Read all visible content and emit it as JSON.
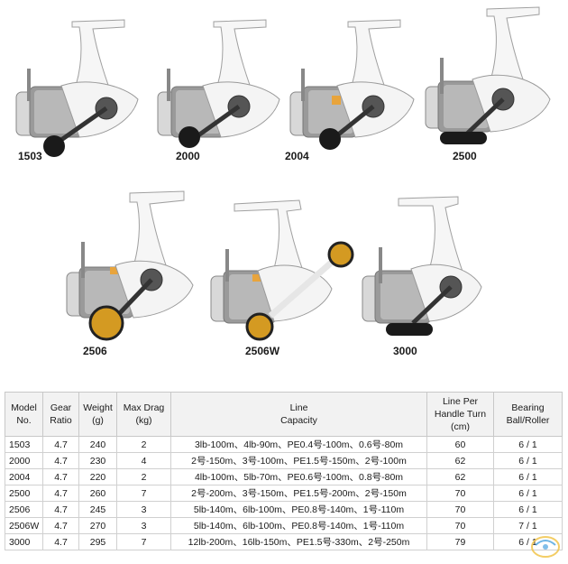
{
  "reels": [
    {
      "model": "1503",
      "knob": "black"
    },
    {
      "model": "2000",
      "knob": "black"
    },
    {
      "model": "2004",
      "knob": "black"
    },
    {
      "model": "2500",
      "knob": "black-tbar"
    },
    {
      "model": "2506",
      "knob": "gold"
    },
    {
      "model": "2506W",
      "knob": "gold-double"
    },
    {
      "model": "3000",
      "knob": "black-tbar"
    }
  ],
  "colors": {
    "reel_body": "#f4f4f4",
    "reel_outline": "#9a9a9a",
    "spool": "#8a8a8a",
    "knob_black": "#1a1a1a",
    "knob_gold": "#d49a22",
    "accent_orange": "#e8a43c",
    "table_header_bg": "#f2f2f2"
  },
  "table": {
    "headers": {
      "model": [
        "Model",
        "No."
      ],
      "gear": [
        "Gear",
        "Ratio"
      ],
      "weight": [
        "Weight",
        "(g)"
      ],
      "drag": [
        "Max Drag",
        "(kg)"
      ],
      "capacity": [
        "Line",
        "Capacity"
      ],
      "per_turn": [
        "Line Per",
        "Handle Turn",
        "(cm)"
      ],
      "bearing": [
        "Bearing",
        "Ball/Roller"
      ]
    },
    "rows": [
      {
        "model": "1503",
        "gear": "4.7",
        "weight": "240",
        "drag": "2",
        "capacity": "3lb-100m、4lb-90m、PE0.4号-100m、0.6号-80m",
        "per_turn": "60",
        "bearing": "6 / 1"
      },
      {
        "model": "2000",
        "gear": "4.7",
        "weight": "230",
        "drag": "4",
        "capacity": "2号-150m、3号-100m、PE1.5号-150m、2号-100m",
        "per_turn": "62",
        "bearing": "6 / 1"
      },
      {
        "model": "2004",
        "gear": "4.7",
        "weight": "220",
        "drag": "2",
        "capacity": "4lb-100m、5lb-70m、PE0.6号-100m、0.8号-80m",
        "per_turn": "62",
        "bearing": "6 / 1"
      },
      {
        "model": "2500",
        "gear": "4.7",
        "weight": "260",
        "drag": "7",
        "capacity": "2号-200m、3号-150m、PE1.5号-200m、2号-150m",
        "per_turn": "70",
        "bearing": "6 / 1"
      },
      {
        "model": "2506",
        "gear": "4.7",
        "weight": "245",
        "drag": "3",
        "capacity": "5lb-140m、6lb-100m、PE0.8号-140m、1号-110m",
        "per_turn": "70",
        "bearing": "6 / 1"
      },
      {
        "model": "2506W",
        "gear": "4.7",
        "weight": "270",
        "drag": "3",
        "capacity": "5lb-140m、6lb-100m、PE0.8号-140m、1号-110m",
        "per_turn": "70",
        "bearing": "7 / 1"
      },
      {
        "model": "3000",
        "gear": "4.7",
        "weight": "295",
        "drag": "7",
        "capacity": "12lb-200m、16lb-150m、PE1.5号-330m、2号-250m",
        "per_turn": "79",
        "bearing": "6 / 1"
      }
    ]
  },
  "watermark": {
    "icon": "site-logo-icon"
  }
}
